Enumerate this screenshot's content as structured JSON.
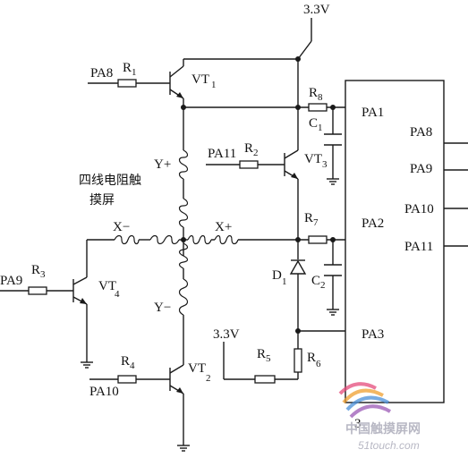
{
  "labels": {
    "vcc_top": "3.3V",
    "vcc_left": "3.3V",
    "r1": "R",
    "r1_sub": "1",
    "r2": "R",
    "r2_sub": "2",
    "r3": "R",
    "r3_sub": "3",
    "r4": "R",
    "r4_sub": "4",
    "r5": "R",
    "r5_sub": "5",
    "r6": "R",
    "r6_sub": "6",
    "r7": "R",
    "r7_sub": "7",
    "r8": "R",
    "r8_sub": "8",
    "c1": "C",
    "c1_sub": "1",
    "c2": "C",
    "c2_sub": "2",
    "d1": "D",
    "d1_sub": "1",
    "vt1": "VT",
    "vt1_sub": "1",
    "vt2": "VT",
    "vt2_sub": "2",
    "vt3": "VT",
    "vt3_sub": "3",
    "vt4": "VT",
    "vt4_sub": "4",
    "pa8_in": "PA8",
    "pa9_in": "PA9",
    "pa10_in": "PA10",
    "pa11_in": "PA11",
    "y_plus": "Y+",
    "y_minus": "Y−",
    "x_minus": "X−",
    "x_plus": "X+",
    "touch_line1": "四线电阻触",
    "touch_line2": "摸屏"
  },
  "mcu": {
    "name_fragment": "3",
    "left_pins": [
      "PA1",
      "PA2",
      "PA3"
    ],
    "right_pins": [
      "PA8",
      "PA9",
      "PA10",
      "PA11"
    ]
  },
  "watermark": {
    "text_cn": "中国触摸屏网",
    "text_url": "51touch.com"
  }
}
